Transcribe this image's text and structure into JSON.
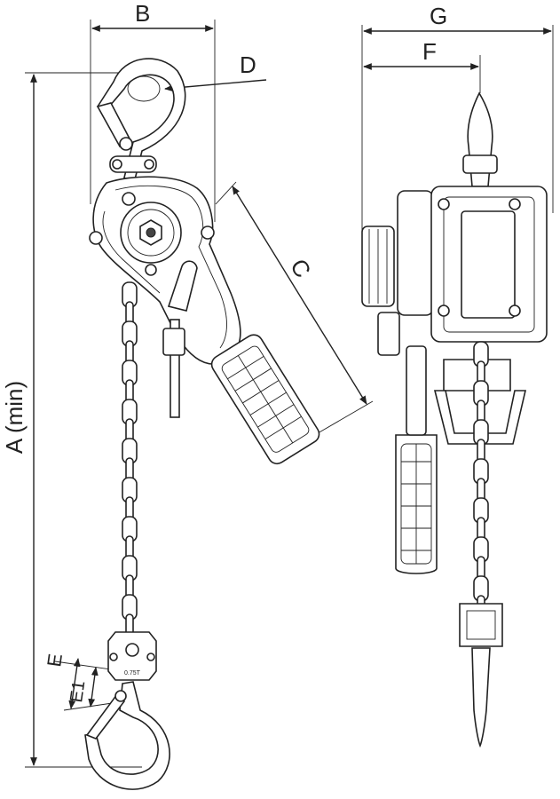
{
  "dimension_labels": {
    "A": "A (min)",
    "B": "B",
    "C": "C",
    "D": "D",
    "E": "E",
    "E1": "E1",
    "F": "F",
    "G": "G"
  },
  "block_marking": "0.75T",
  "colors": {
    "line": "#222222",
    "background": "#ffffff"
  }
}
